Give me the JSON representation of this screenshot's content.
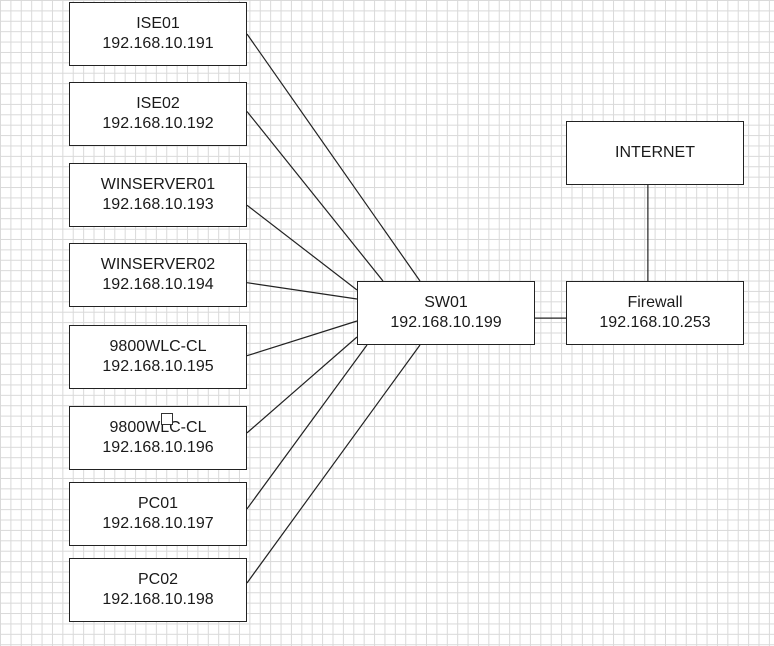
{
  "diagram": {
    "nodes": {
      "ise01": {
        "name": "ISE01",
        "ip": "192.168.10.191"
      },
      "ise02": {
        "name": "ISE02",
        "ip": "192.168.10.192"
      },
      "winsrv01": {
        "name": "WINSERVER01",
        "ip": "192.168.10.193"
      },
      "winsrv02": {
        "name": "WINSERVER02",
        "ip": "192.168.10.194"
      },
      "wlc1": {
        "name": "9800WLC-CL",
        "ip": "192.168.10.195"
      },
      "wlc2": {
        "name": "9800WLC-CL",
        "ip": "192.168.10.196"
      },
      "pc01": {
        "name": "PC01",
        "ip": "192.168.10.197"
      },
      "pc02": {
        "name": "PC02",
        "ip": "192.168.10.198"
      },
      "sw01": {
        "name": "SW01",
        "ip": "192.168.10.199"
      },
      "firewall": {
        "name": "Firewall",
        "ip": "192.168.10.253"
      },
      "internet": {
        "name": "INTERNET"
      }
    },
    "edges": [
      [
        "ise01",
        "sw01"
      ],
      [
        "ise02",
        "sw01"
      ],
      [
        "winsrv01",
        "sw01"
      ],
      [
        "winsrv02",
        "sw01"
      ],
      [
        "wlc1",
        "sw01"
      ],
      [
        "wlc2",
        "sw01"
      ],
      [
        "pc01",
        "sw01"
      ],
      [
        "pc02",
        "sw01"
      ],
      [
        "sw01",
        "firewall"
      ],
      [
        "firewall",
        "internet"
      ]
    ],
    "colors": {
      "line": "#222222",
      "grid": "#d9d9d9",
      "background": "#ffffff"
    }
  }
}
